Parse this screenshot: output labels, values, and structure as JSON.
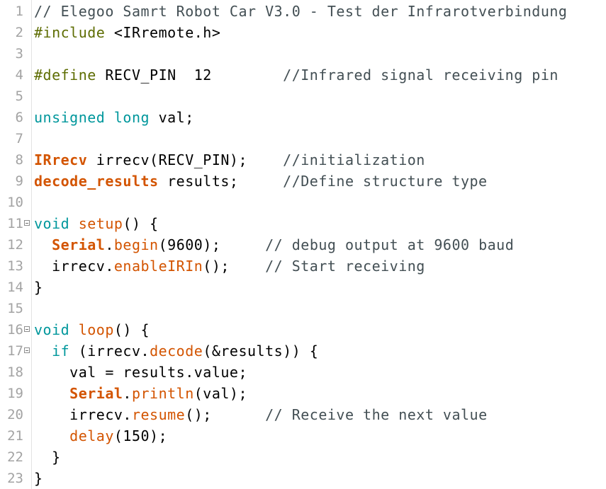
{
  "colors": {
    "comment": "#434f54",
    "preprocessor": "#5e6d03",
    "type": "#00979c",
    "class": "#d35400",
    "function": "#d35400",
    "line_number": "#a3a3a3"
  },
  "lines": [
    {
      "n": "1",
      "fold": false,
      "tokens": [
        {
          "t": "// Elegoo Samrt Robot Car V3.0 - Test der Infrarotverbindung",
          "c": "comment"
        }
      ]
    },
    {
      "n": "2",
      "fold": false,
      "tokens": [
        {
          "t": "#include ",
          "c": "pre"
        },
        {
          "t": "<IRremote.h>",
          "c": "plain"
        }
      ]
    },
    {
      "n": "3",
      "fold": false,
      "tokens": []
    },
    {
      "n": "4",
      "fold": false,
      "tokens": [
        {
          "t": "#define ",
          "c": "pre"
        },
        {
          "t": "RECV_PIN  12        ",
          "c": "plain"
        },
        {
          "t": "//Infrared signal receiving pin",
          "c": "comment"
        }
      ]
    },
    {
      "n": "5",
      "fold": false,
      "tokens": []
    },
    {
      "n": "6",
      "fold": false,
      "tokens": [
        {
          "t": "unsigned",
          "c": "type"
        },
        {
          "t": " ",
          "c": "plain"
        },
        {
          "t": "long",
          "c": "type"
        },
        {
          "t": " val;",
          "c": "plain"
        }
      ]
    },
    {
      "n": "7",
      "fold": false,
      "tokens": []
    },
    {
      "n": "8",
      "fold": false,
      "tokens": [
        {
          "t": "IRrecv",
          "c": "class"
        },
        {
          "t": " irrecv(RECV_PIN);    ",
          "c": "plain"
        },
        {
          "t": "//initialization",
          "c": "comment"
        }
      ]
    },
    {
      "n": "9",
      "fold": false,
      "tokens": [
        {
          "t": "decode_results",
          "c": "class"
        },
        {
          "t": " results;     ",
          "c": "plain"
        },
        {
          "t": "//Define structure type",
          "c": "comment"
        }
      ]
    },
    {
      "n": "10",
      "fold": false,
      "tokens": []
    },
    {
      "n": "11",
      "fold": true,
      "tokens": [
        {
          "t": "void",
          "c": "type"
        },
        {
          "t": " ",
          "c": "plain"
        },
        {
          "t": "setup",
          "c": "fn"
        },
        {
          "t": "() {",
          "c": "plain"
        }
      ]
    },
    {
      "n": "12",
      "fold": false,
      "tokens": [
        {
          "t": "  ",
          "c": "plain"
        },
        {
          "t": "Serial",
          "c": "class"
        },
        {
          "t": ".",
          "c": "plain"
        },
        {
          "t": "begin",
          "c": "fn"
        },
        {
          "t": "(9600);     ",
          "c": "plain"
        },
        {
          "t": "// debug output at 9600 baud",
          "c": "comment"
        }
      ]
    },
    {
      "n": "13",
      "fold": false,
      "tokens": [
        {
          "t": "  irrecv.",
          "c": "plain"
        },
        {
          "t": "enableIRIn",
          "c": "fn"
        },
        {
          "t": "();    ",
          "c": "plain"
        },
        {
          "t": "// Start receiving",
          "c": "comment"
        }
      ]
    },
    {
      "n": "14",
      "fold": false,
      "tokens": [
        {
          "t": "}",
          "c": "plain"
        }
      ]
    },
    {
      "n": "15",
      "fold": false,
      "tokens": []
    },
    {
      "n": "16",
      "fold": true,
      "tokens": [
        {
          "t": "void",
          "c": "type"
        },
        {
          "t": " ",
          "c": "plain"
        },
        {
          "t": "loop",
          "c": "fn"
        },
        {
          "t": "() {",
          "c": "plain"
        }
      ]
    },
    {
      "n": "17",
      "fold": true,
      "tokens": [
        {
          "t": "  ",
          "c": "plain"
        },
        {
          "t": "if",
          "c": "type"
        },
        {
          "t": " (irrecv.",
          "c": "plain"
        },
        {
          "t": "decode",
          "c": "fn"
        },
        {
          "t": "(&results)) {",
          "c": "plain"
        }
      ]
    },
    {
      "n": "18",
      "fold": false,
      "tokens": [
        {
          "t": "    val = results.value;",
          "c": "plain"
        }
      ]
    },
    {
      "n": "19",
      "fold": false,
      "tokens": [
        {
          "t": "    ",
          "c": "plain"
        },
        {
          "t": "Serial",
          "c": "class"
        },
        {
          "t": ".",
          "c": "plain"
        },
        {
          "t": "println",
          "c": "fn"
        },
        {
          "t": "(val);",
          "c": "plain"
        }
      ]
    },
    {
      "n": "20",
      "fold": false,
      "tokens": [
        {
          "t": "    irrecv.",
          "c": "plain"
        },
        {
          "t": "resume",
          "c": "fn"
        },
        {
          "t": "();      ",
          "c": "plain"
        },
        {
          "t": "// Receive the next value",
          "c": "comment"
        }
      ]
    },
    {
      "n": "21",
      "fold": false,
      "tokens": [
        {
          "t": "    ",
          "c": "plain"
        },
        {
          "t": "delay",
          "c": "fn"
        },
        {
          "t": "(150);",
          "c": "plain"
        }
      ]
    },
    {
      "n": "22",
      "fold": false,
      "tokens": [
        {
          "t": "  }",
          "c": "plain"
        }
      ]
    },
    {
      "n": "23",
      "fold": false,
      "tokens": [
        {
          "t": "}",
          "c": "plain"
        }
      ]
    }
  ]
}
